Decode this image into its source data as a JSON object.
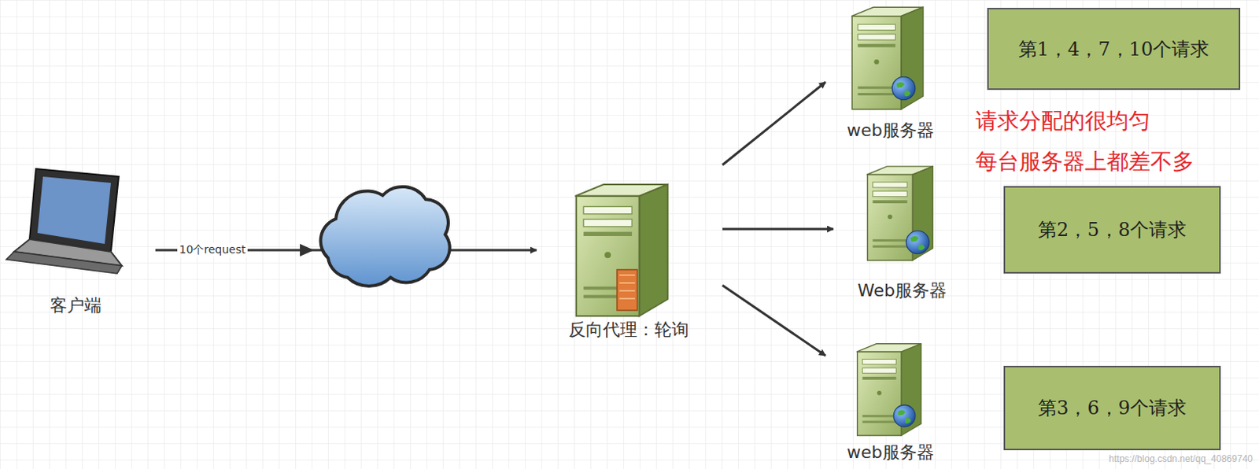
{
  "diagram": {
    "nodes": [
      {
        "text": [
          "客户端"
        ]
      },
      {
        "text": [
          "反向代理：轮询"
        ]
      },
      {
        "text": [
          "web服务器"
        ]
      },
      {
        "text": [
          "第1，4，7，10个请求"
        ]
      },
      {
        "text": [
          "Web服务器"
        ]
      },
      {
        "text": [
          "第2，5，8个请求"
        ]
      },
      {
        "text": [
          "web服务器"
        ]
      },
      {
        "text": [
          "第3，6，9个请求"
        ]
      }
    ],
    "edges": [
      {
        "from": 0,
        "to": 1,
        "label": "10个request",
        "arrow": "to"
      },
      {
        "from": 1,
        "to": 2,
        "arrow": "to"
      },
      {
        "from": 1,
        "to": 4,
        "arrow": "to"
      },
      {
        "from": 1,
        "to": 6,
        "arrow": "to"
      }
    ],
    "labels": [
      "请求分配的很均匀",
      "每台服务器上都差不多",
      "https://blog.csdn.net/qq_40869740"
    ]
  }
}
